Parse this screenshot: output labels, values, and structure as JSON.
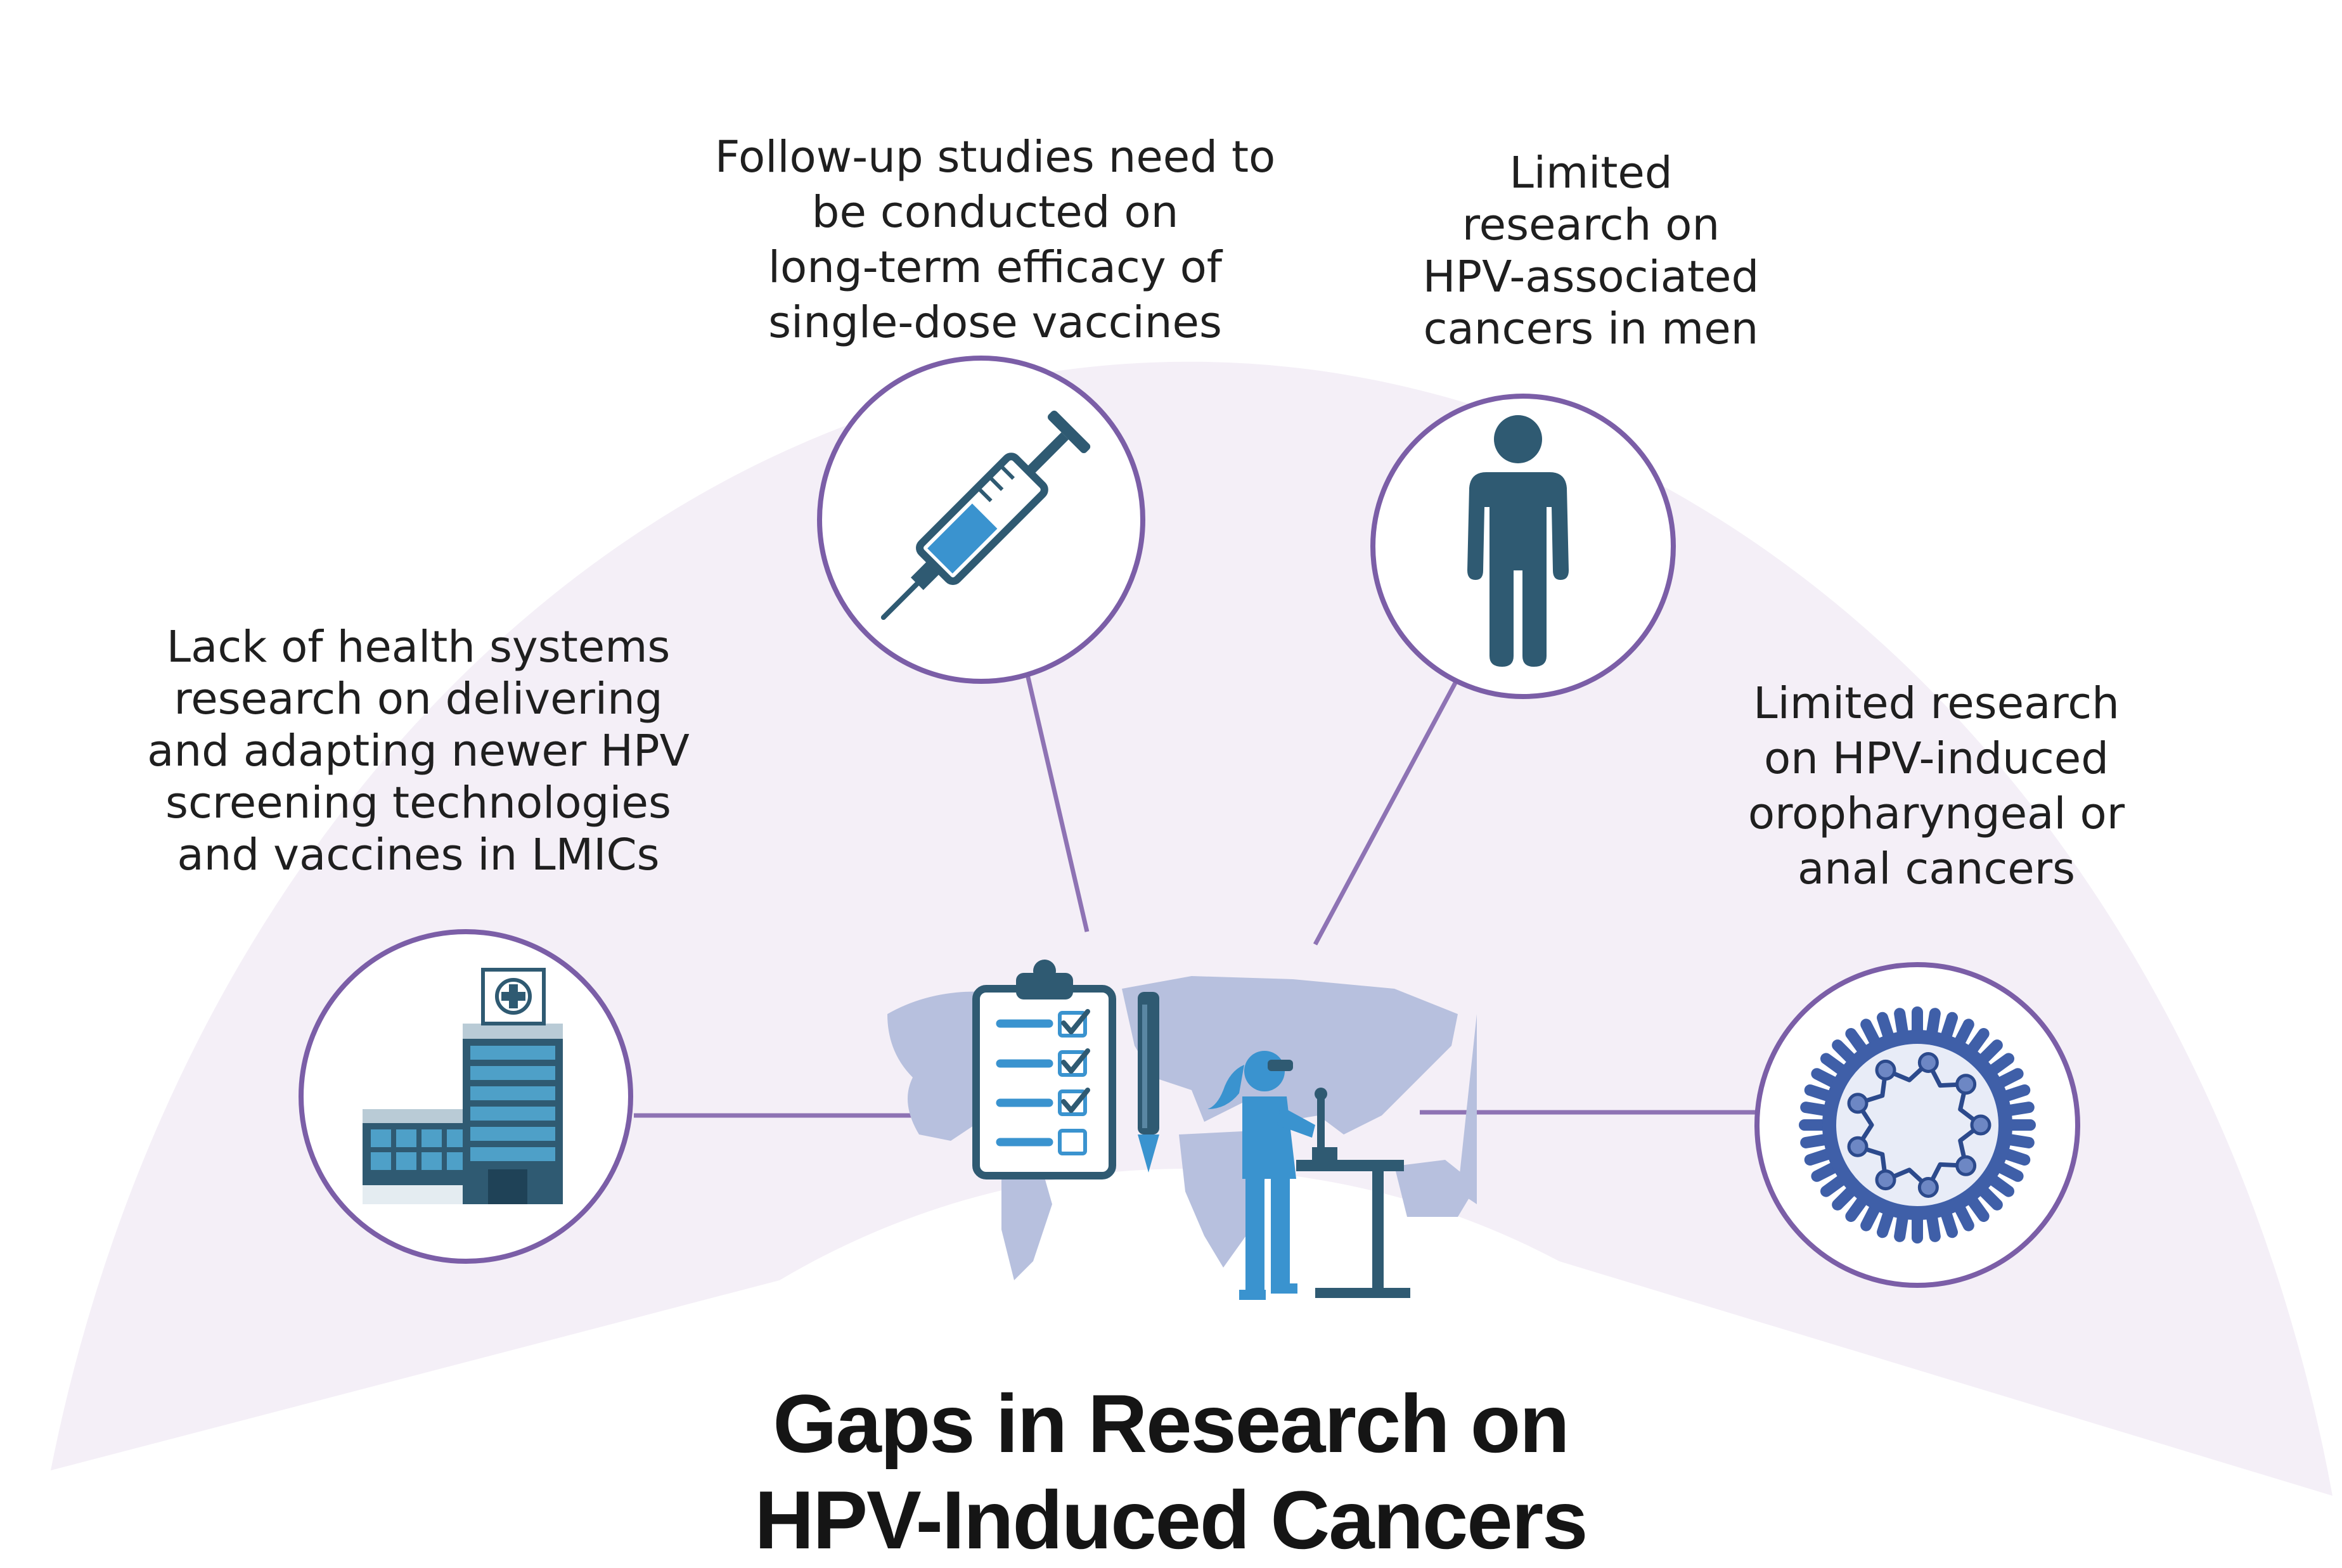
{
  "title": {
    "line1": "Gaps in Research on",
    "line2": "HPV-Induced Cancers"
  },
  "gaps": [
    {
      "icon": "hospital-building-icon",
      "lines": [
        "Lack of health systems",
        "research on delivering",
        "and adapting newer HPV",
        "screening technologies",
        "and vaccines in LMICs"
      ]
    },
    {
      "icon": "syringe-icon",
      "lines": [
        "Follow-up studies need to",
        "be conducted on",
        "long-term efficacy of",
        "single-dose vaccines"
      ]
    },
    {
      "icon": "man-person-icon",
      "lines": [
        "Limited",
        "research on",
        "HPV-associated",
        "cancers in men"
      ]
    },
    {
      "icon": "hpv-virus-icon",
      "lines": [
        "Limited research",
        "on HPV-induced",
        "oropharyngeal or",
        "anal cancers"
      ]
    }
  ],
  "center": {
    "icons": [
      "world-map-icon",
      "clipboard-checklist-icon",
      "pencil-icon",
      "female-researcher-microscope-icon"
    ]
  },
  "colors": {
    "fan": "#f4eff7",
    "ring": "#7b5ea7",
    "connector": "#8e73b4",
    "navy": "#2f5a72",
    "blue": "#3a93cf",
    "virus": "#3f5fa8",
    "map": "#b7c0de"
  }
}
